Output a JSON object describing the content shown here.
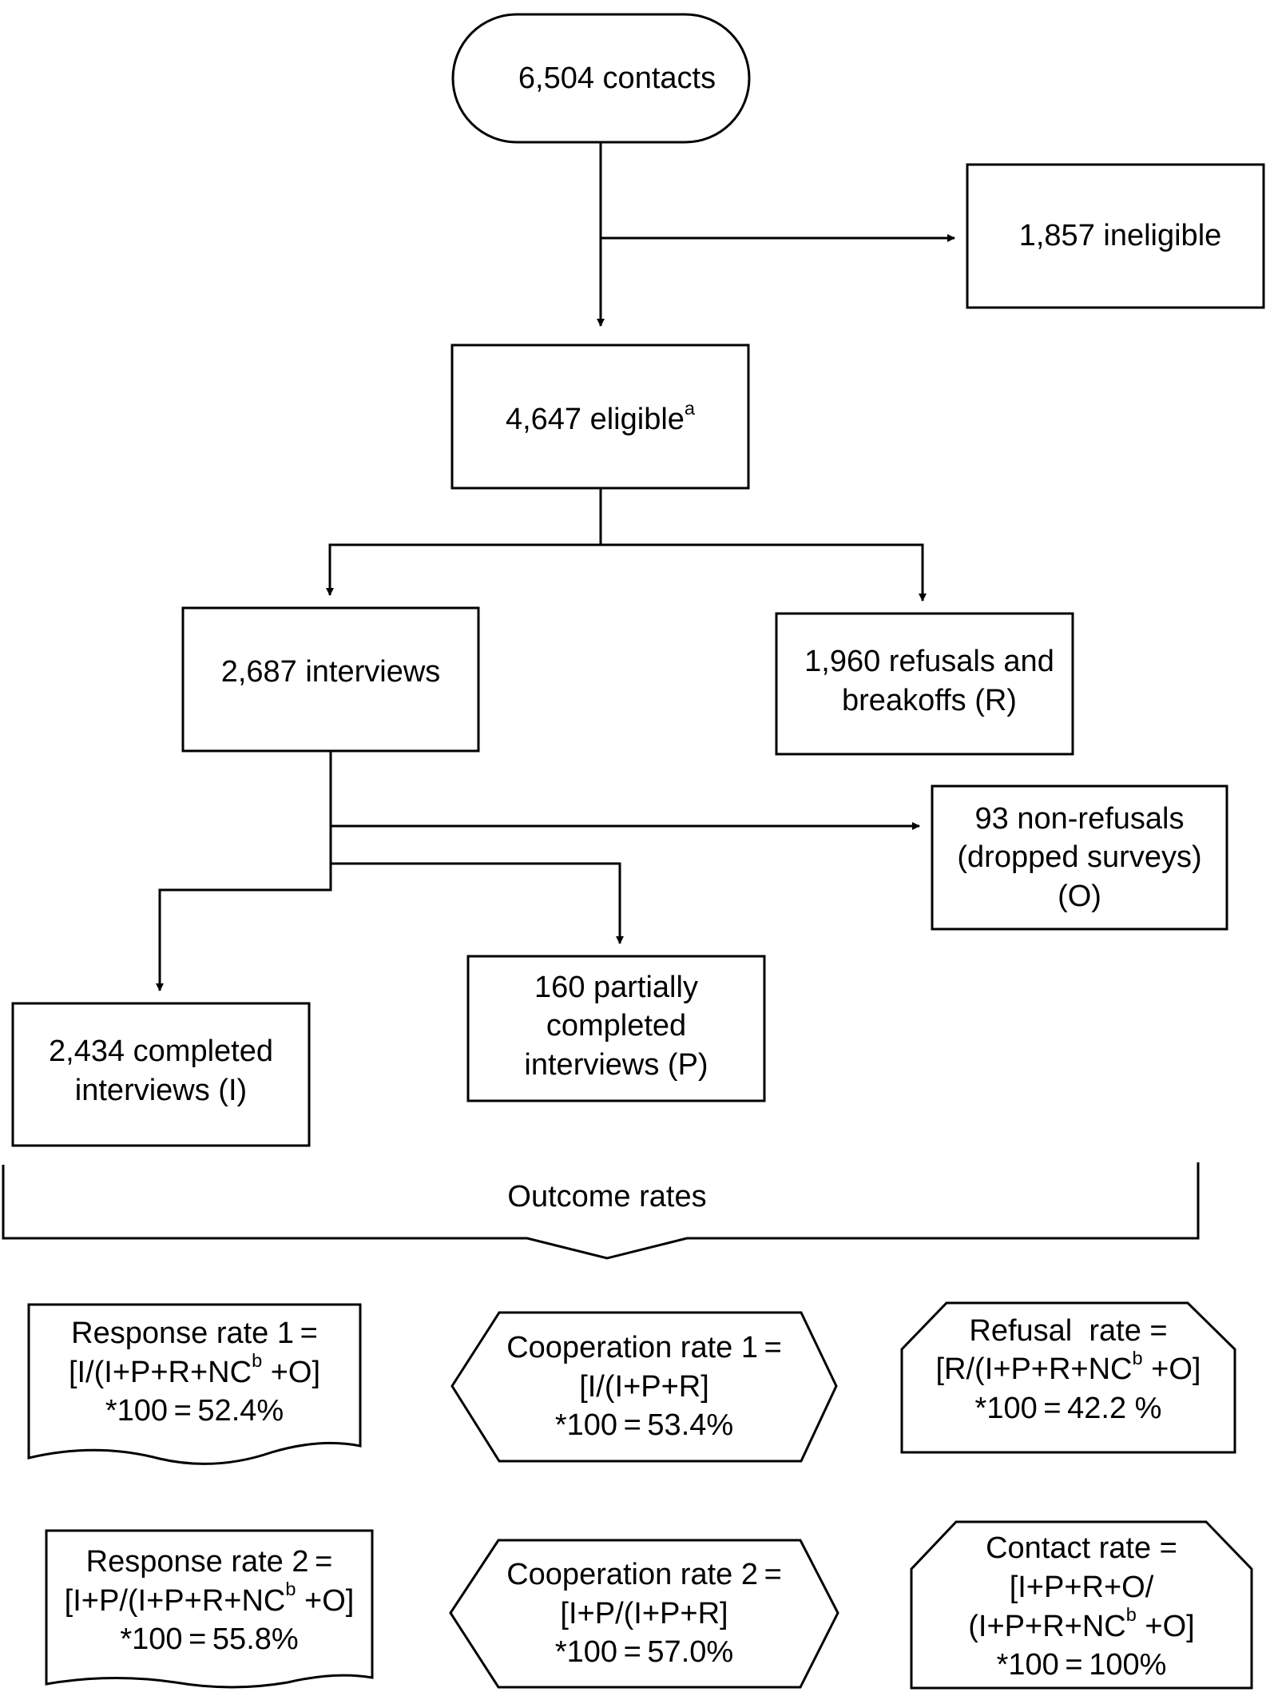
{
  "flow": {
    "contacts": "6,504 contacts",
    "ineligible": "1,857 ineligible",
    "eligible": "4,647 eligible",
    "eligible_sup": "a",
    "interviews": "2,687 interviews",
    "refusals": [
      "1,960 refusals and",
      "breakoffs (R)"
    ],
    "nonrefusals": [
      "93 non-refusals",
      "(dropped surveys)",
      "(O)"
    ],
    "completed": [
      "2,434 completed",
      "interviews (I)"
    ],
    "partial": [
      "160 partially",
      "completed",
      "interviews (P)"
    ]
  },
  "outcome_label": "Outcome rates",
  "rates": {
    "response1": {
      "l1": "Response rate 1 =",
      "l2a": "[I/(I+P+R+NC",
      "l2sup": "b",
      "l2b": " +O]",
      "l3": "*100 = 52.4%"
    },
    "cooperation1": {
      "l1": "Cooperation rate 1 =",
      "l2": "[I/(I+P+R]",
      "l3": "*100 = 53.4%"
    },
    "refusal": {
      "l1": "Refusal  rate =",
      "l2a": "[R/(I+P+R+NC",
      "l2sup": "b",
      "l2b": " +O]",
      "l3": "*100 = 42.2 %"
    },
    "response2": {
      "l1": "Response rate 2 =",
      "l2a": "[I+P/(I+P+R+NC",
      "l2sup": "b",
      "l2b": " +O]",
      "l3": "*100 = 55.8%"
    },
    "cooperation2": {
      "l1": "Cooperation rate 2 =",
      "l2": "[I+P/(I+P+R]",
      "l3": "*100 = 57.0%"
    },
    "contact": {
      "l1": "Contact rate =",
      "l2": "[I+P+R+O/",
      "l3a": "(I+P+R+NC",
      "l3sup": "b",
      "l3b": " +O]",
      "l4": "*100 = 100%"
    }
  }
}
